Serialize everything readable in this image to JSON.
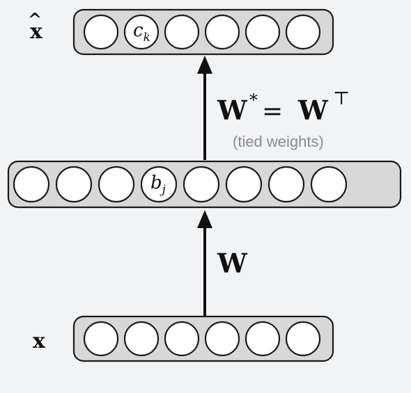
{
  "diagram": {
    "output_label": "x",
    "output_hat": "^",
    "input_label": "x",
    "encoder_weight_label": "W",
    "decoder_weight": {
      "lhs": "W",
      "lhs_superscript": "*",
      "equals": "=",
      "rhs": "W",
      "rhs_superscript": "⊤",
      "note": "(tied weights)"
    },
    "output_layer": {
      "unit_count": 6,
      "highlighted_unit_index": 1,
      "bias_symbol": "c",
      "bias_subscript": "k"
    },
    "hidden_layer": {
      "unit_count": 8,
      "highlighted_unit_index": 3,
      "bias_symbol": "b",
      "bias_subscript": "j"
    },
    "input_layer": {
      "unit_count": 6
    }
  }
}
